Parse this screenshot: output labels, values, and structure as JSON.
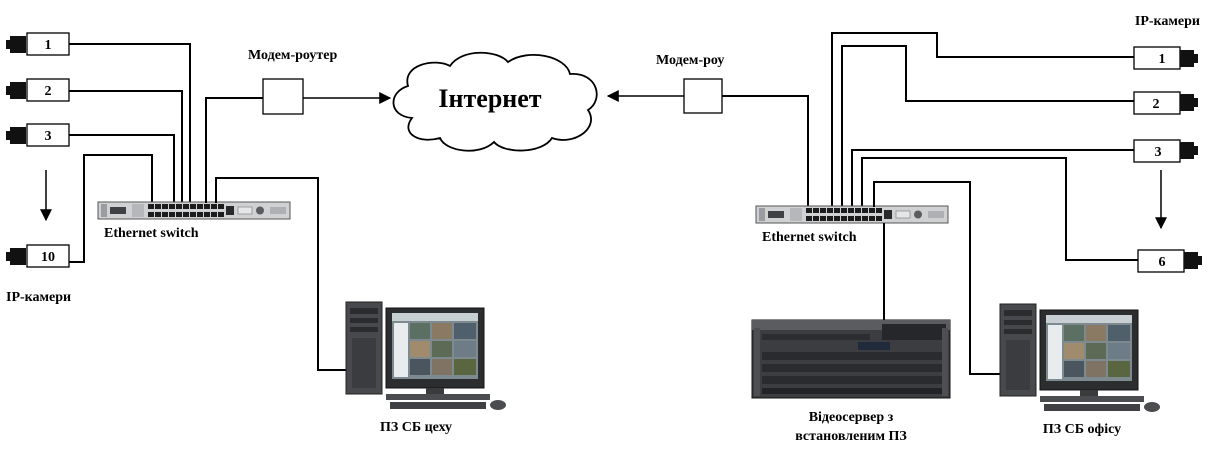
{
  "internet": {
    "label": "Інтернет"
  },
  "left": {
    "router_label": "Модем-роутер",
    "switch_label": "Ethernet switch",
    "cameras_label": "IP-камери",
    "cameras": [
      "1",
      "2",
      "3",
      "10"
    ],
    "workstation_label": "ПЗ СБ цеху"
  },
  "right": {
    "router_label": "Модем-роу",
    "switch_label": "Ethernet switch",
    "cameras_label": "IP-камери",
    "cameras": [
      "1",
      "2",
      "3",
      "6"
    ],
    "server_label_line1": "Відеосервер з",
    "server_label_line2": "встановленим ПЗ",
    "workstation_label": "ПЗ СБ офісу"
  }
}
